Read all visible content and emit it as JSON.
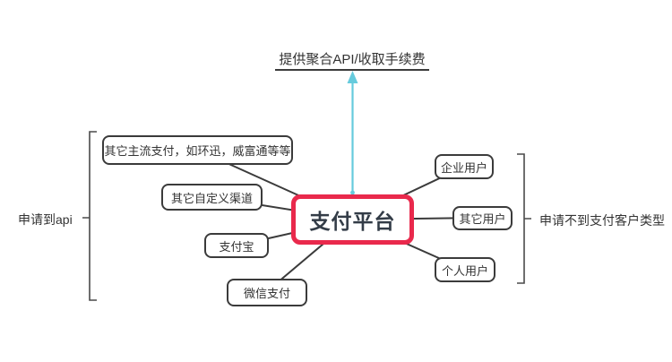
{
  "diagram": {
    "top_annotation": {
      "label": "提供聚合API/收取手续费"
    },
    "center_node": {
      "label": "支付平台"
    },
    "left_nodes": [
      {
        "label": "其它主流支付，如环迅，威富通等等"
      },
      {
        "label": "其它自定义渠道"
      },
      {
        "label": "支付宝"
      },
      {
        "label": "微信支付"
      }
    ],
    "right_nodes": [
      {
        "label": "企业用户"
      },
      {
        "label": "其它用户"
      },
      {
        "label": "个人用户"
      }
    ],
    "left_bracket": {
      "label": "申请到api"
    },
    "right_bracket": {
      "label": "申请不到支付客户类型"
    },
    "colors": {
      "center_node_border": "#e9294c",
      "arrow": "#66cbdd",
      "connector": "#3b3b3b",
      "node_border": "#3b3b3b",
      "text": "#333333"
    }
  }
}
